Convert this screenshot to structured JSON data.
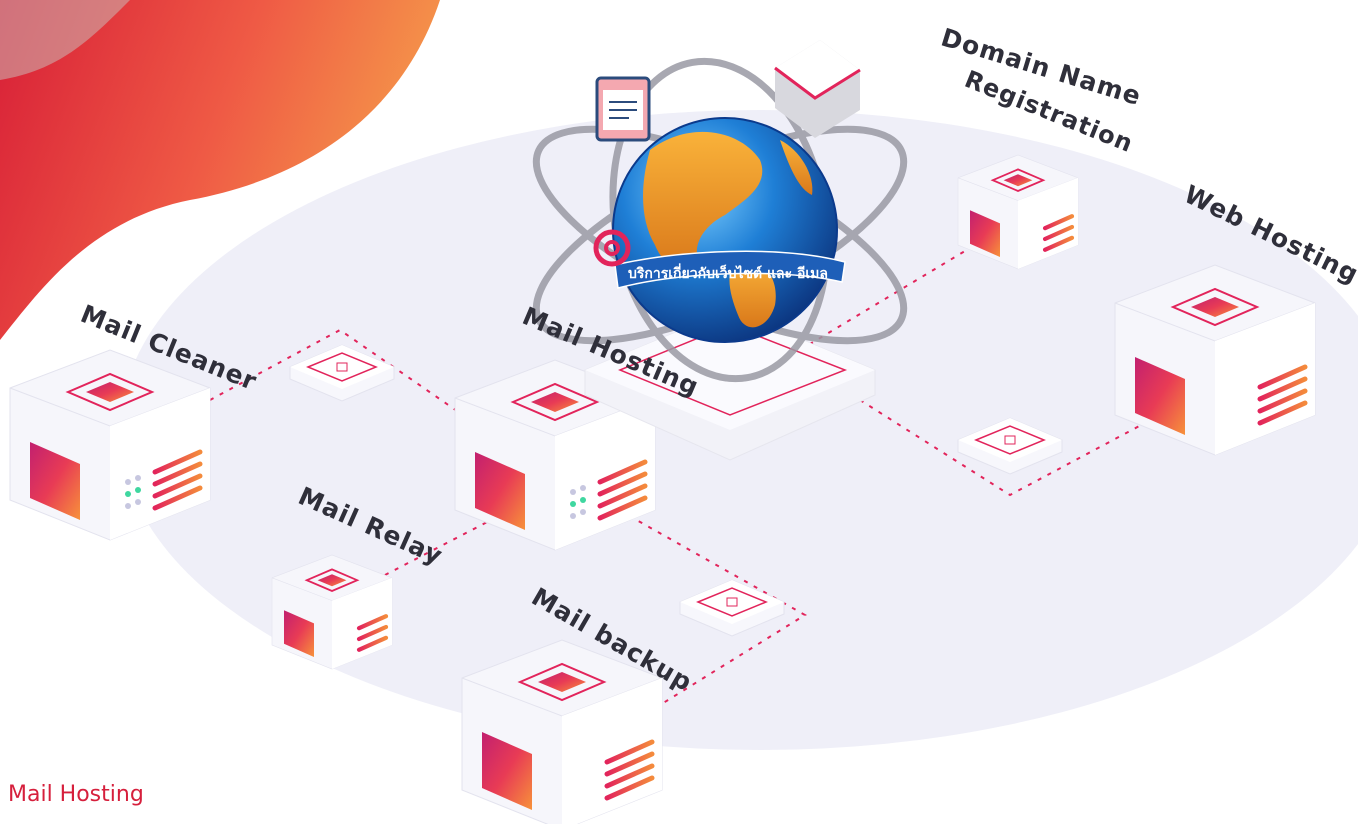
{
  "labels": {
    "domain_line1": "Domain Name",
    "domain_line2": "Registration",
    "web_hosting": "Web Hosting",
    "mail_cleaner": "Mail Cleaner",
    "mail_hosting": "Mail Hosting",
    "mail_relay": "Mail Relay",
    "mail_backup": "Mail backup"
  },
  "globe_banner": "บริการเกี่ยวกับเว็บไซต์ และ อีเมล",
  "caption": "Mail Hosting",
  "colors": {
    "accent_red": "#d61f3c",
    "gradient_pink": "#e6285c",
    "gradient_orange": "#f7923a",
    "platform_bg": "#efeff8",
    "label_text": "#2f2f3a"
  },
  "icons": [
    "globe-icon",
    "at-sign-icon",
    "envelope-icon",
    "browser-window-icon",
    "server-icon",
    "router-chip-icon"
  ]
}
